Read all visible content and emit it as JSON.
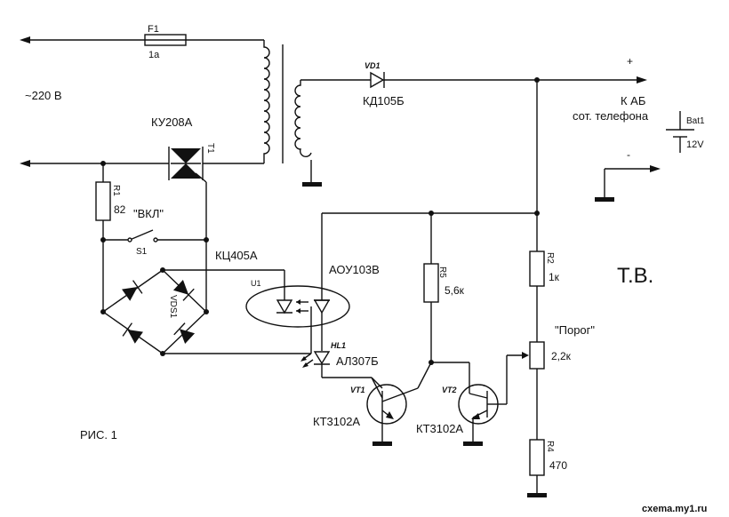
{
  "labels": {
    "fuse_ref": "F1",
    "fuse_val": "1а",
    "mains": "~220 В",
    "triac_type": "КУ208А",
    "triac_ref": "T1",
    "r1_ref": "R1",
    "r1_val": "82",
    "switch_label": "\"ВКЛ\"",
    "switch_ref": "S1",
    "bridge_type": "КЦ405А",
    "bridge_ref": "VDS1",
    "opto_ref": "U1",
    "opto_type": "АОУ103В",
    "led_ref": "HL1",
    "led_type": "АЛ307Б",
    "vd1_ref": "VD1",
    "vd1_type": "КД105Б",
    "plus": "+",
    "minus": "-",
    "load_line1": "К АБ",
    "load_line2": "сот. телефона",
    "bat_ref": "Bat1",
    "bat_val": "12V",
    "r5_ref": "R5",
    "r5_val": "5,6к",
    "r2_ref": "R2",
    "r2_val": "1к",
    "pot_label": "\"Порог\"",
    "pot_val": "2,2к",
    "r4_ref": "R4",
    "r4_val": "470",
    "vt1_ref": "VT1",
    "vt1_type": "КТ3102А",
    "vt2_ref": "VT2",
    "vt2_type": "КТ3102А",
    "figure": "РИС. 1",
    "author": "Т.В.",
    "watermark": "cxema.my1.ru"
  }
}
